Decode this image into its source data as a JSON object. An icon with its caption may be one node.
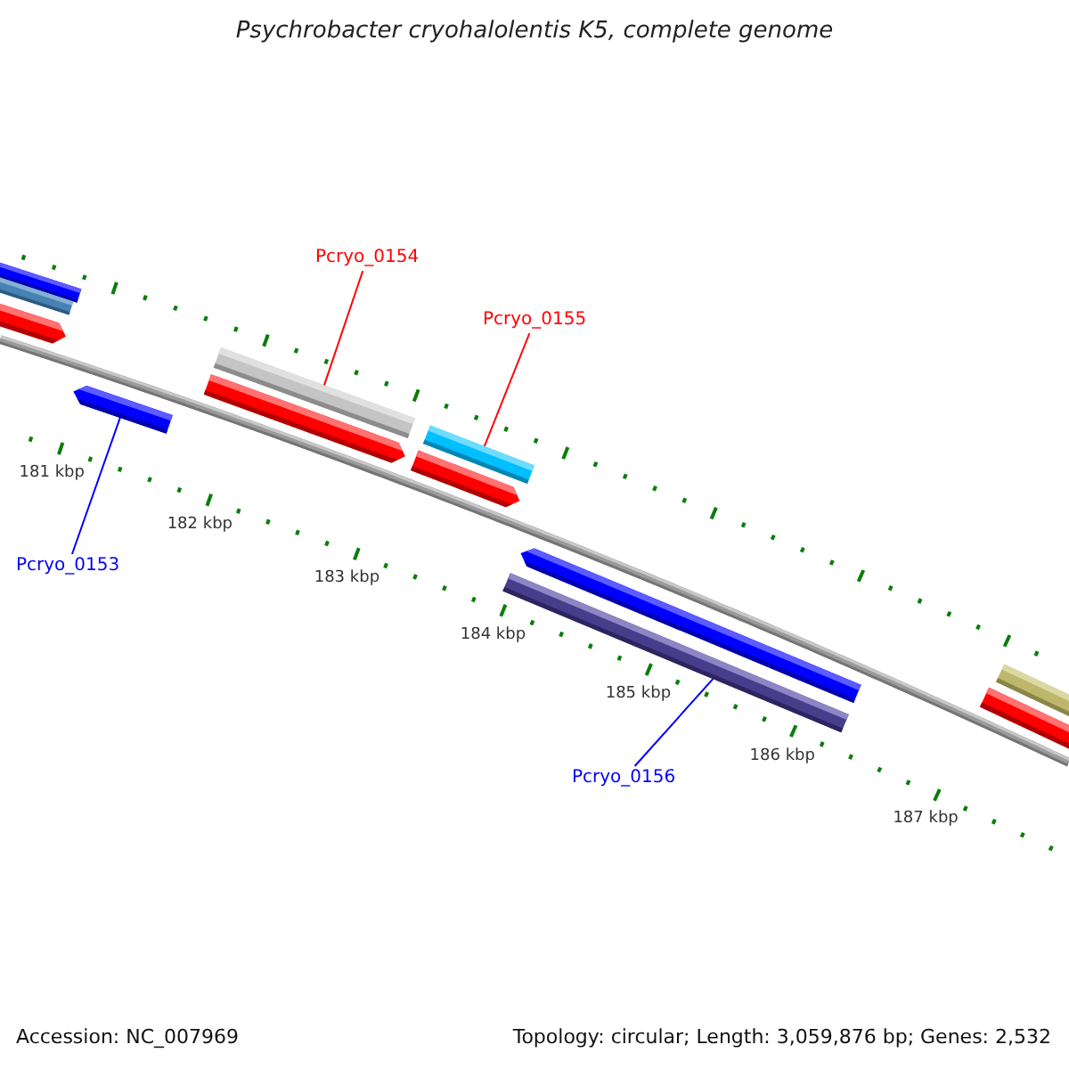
{
  "diagram": {
    "title": "Psychrobacter cryohalolentis K5, complete genome",
    "nodes": [
      {
        "text": [
          "Pcryo_0154"
        ]
      },
      {
        "text": [
          "Pcryo_0155"
        ]
      },
      {
        "text": [
          "Pcryo_0153"
        ]
      },
      {
        "text": [
          "Pcryo_0156"
        ]
      },
      {
        "text": [],
        "shape": "bar"
      },
      {
        "text": [],
        "shape": "bar"
      },
      {
        "text": [],
        "shape": "bar"
      },
      {
        "text": [],
        "shape": "bar"
      }
    ],
    "edges": [
      {
        "from": 0,
        "to": 5,
        "arrow": "none",
        "color": "#ff0000"
      },
      {
        "from": 1,
        "to": 6,
        "arrow": "none",
        "color": "#ff0000"
      },
      {
        "from": 2,
        "to": 4,
        "arrow": "none",
        "color": "#0000ff"
      },
      {
        "from": 3,
        "to": 7,
        "arrow": "none",
        "color": "#0000ff"
      }
    ],
    "labels": [
      "181 kbp",
      "182 kbp",
      "183 kbp",
      "184 kbp",
      "185 kbp",
      "186 kbp",
      "187 kbp",
      "Accession: NC_007969",
      "Topology: circular; Length: 3,059,876 bp; Genes: 2,532"
    ]
  }
}
